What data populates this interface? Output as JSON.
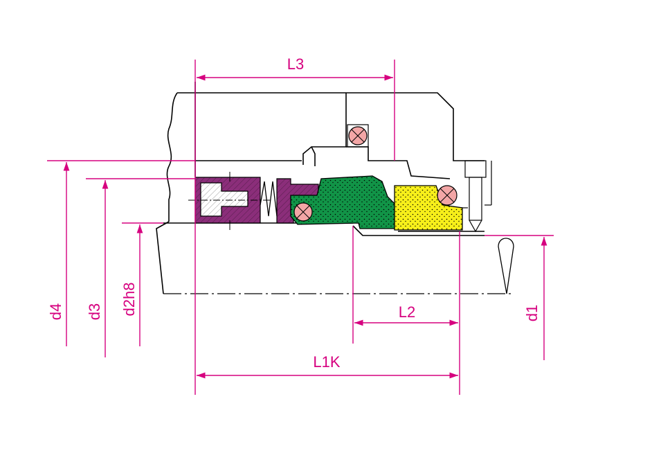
{
  "colors": {
    "dimension": "#d6007f",
    "outline": "#000000",
    "centerline": "#000000",
    "purple_part": "#8b2e7a",
    "green_part": "#119447",
    "yellow_part": "#f7ef1a",
    "oring": "#f3a6a6"
  },
  "labels": {
    "L3": "L3",
    "L2": "L2",
    "L1K": "L1K",
    "d4": "d4",
    "d3": "d3",
    "d2h8": "d2h8",
    "d1": "d1"
  }
}
